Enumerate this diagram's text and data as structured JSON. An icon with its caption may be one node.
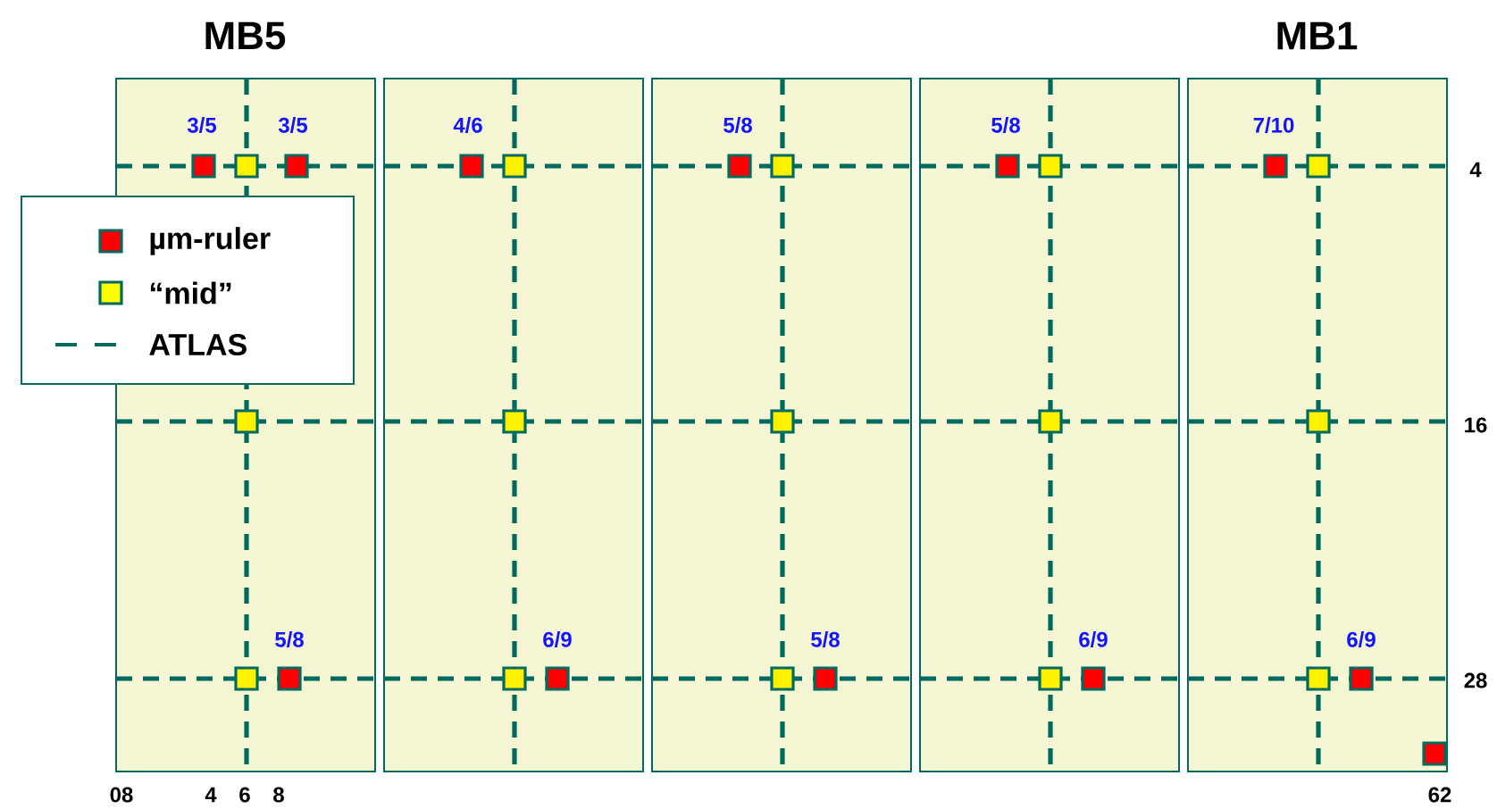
{
  "diagram": {
    "labels": [
      "MB5",
      "MB1",
      "3/5",
      "3/5",
      "4/6",
      "5/8",
      "5/8",
      "7/10",
      "4",
      "16",
      "5/8",
      "6/9",
      "5/8",
      "6/9",
      "6/9",
      "28",
      "08",
      "4",
      "6",
      "8",
      "62"
    ],
    "legend": [
      {
        "text": "µm-ruler",
        "color": "#ff0000"
      },
      {
        "text": "“mid”",
        "color": "#ffff00"
      },
      {
        "text": "ATLAS"
      }
    ]
  }
}
